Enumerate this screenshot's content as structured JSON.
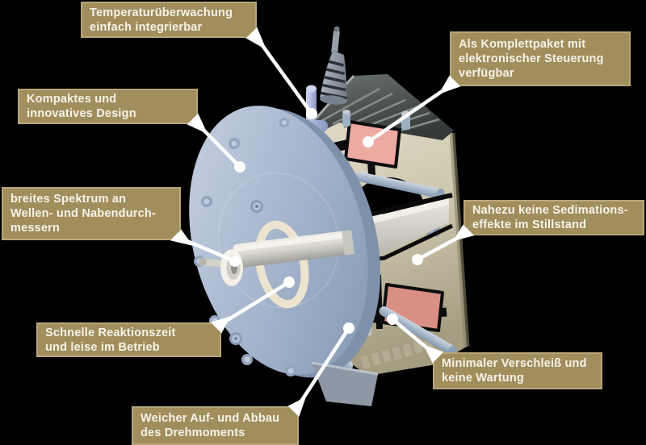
{
  "page": {
    "background_color": "#000000"
  },
  "colors": {
    "callout_background": "#a18e5d",
    "callout_border": "#b7a67b",
    "callout_text": "#f7f3e8",
    "leader_line": "#ffffff",
    "housing_disc": "#a5b5cc",
    "cutaway_body": "#cdc6ae",
    "electronics_module": "#ecaaa1",
    "channel_black": "#0c0c0c",
    "sensor_probe": "#aeb8e2"
  },
  "callouts": [
    {
      "id": "temperature-monitoring",
      "text": "Temperaturüberwachung\neinfach integrierbar"
    },
    {
      "id": "complete-package",
      "text": "Als Komplettpaket mit\nelektronischer Steuerung\nverfügbar"
    },
    {
      "id": "compact-design",
      "text": "Kompaktes und\ninnovatives Design"
    },
    {
      "id": "shaft-hub-diameters",
      "text": "breites Spektrum an\nWellen- und Nabendurch-\nmessern"
    },
    {
      "id": "no-sedimentation",
      "text": "Nahezu keine Sedimations-\neffekte im Stillstand"
    },
    {
      "id": "fast-reaction",
      "text": "Schnelle Reaktionszeit\nund leise im Betrieb"
    },
    {
      "id": "minimal-wear",
      "text": "Minimaler Verschleiß und\nkeine Wartung"
    },
    {
      "id": "soft-torque",
      "text": "Weicher Auf- und Abbau\ndes Drehmoments"
    }
  ],
  "illustration": {
    "subject": "Cutaway 3D rendering of a coupling/clutch unit",
    "visible_parts": [
      "housing-disc",
      "shaft",
      "bearing-ring",
      "cooling-fins",
      "cable-connector",
      "temperature-sensor-probe",
      "electronics-modules",
      "bolts",
      "flow-channels"
    ]
  }
}
